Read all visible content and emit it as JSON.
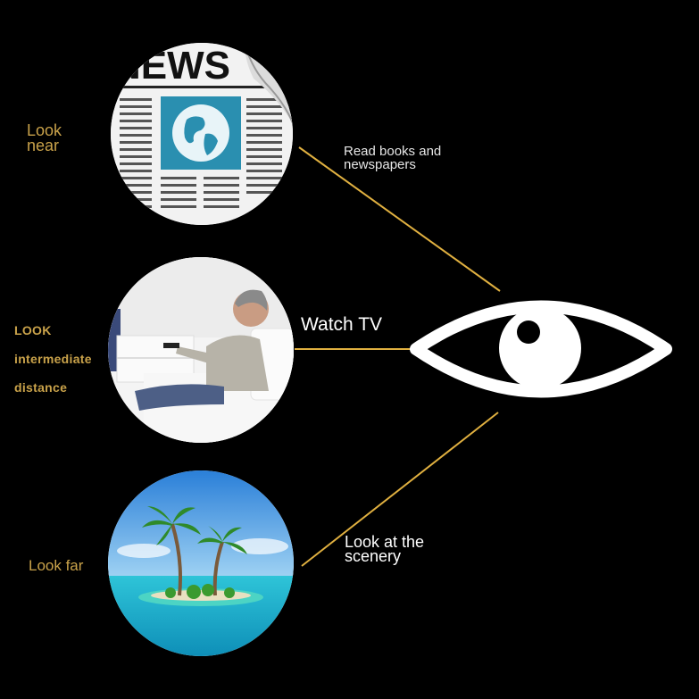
{
  "labels": {
    "near_line1": "Look",
    "near_line2": "near",
    "mid_line1": "LOOK",
    "mid_line2": "intermediate",
    "mid_line3": "distance",
    "far": "Look far"
  },
  "captions": {
    "read_line1": "Read books and",
    "read_line2": "newspapers",
    "tv": "Watch TV",
    "scenery_line1": "Look at the",
    "scenery_line2": "scenery"
  },
  "newspaper_masthead": "NEWS",
  "colors": {
    "background": "#000000",
    "gold": "#c9a24a",
    "line": "#e0b040",
    "eye": "#ffffff"
  }
}
